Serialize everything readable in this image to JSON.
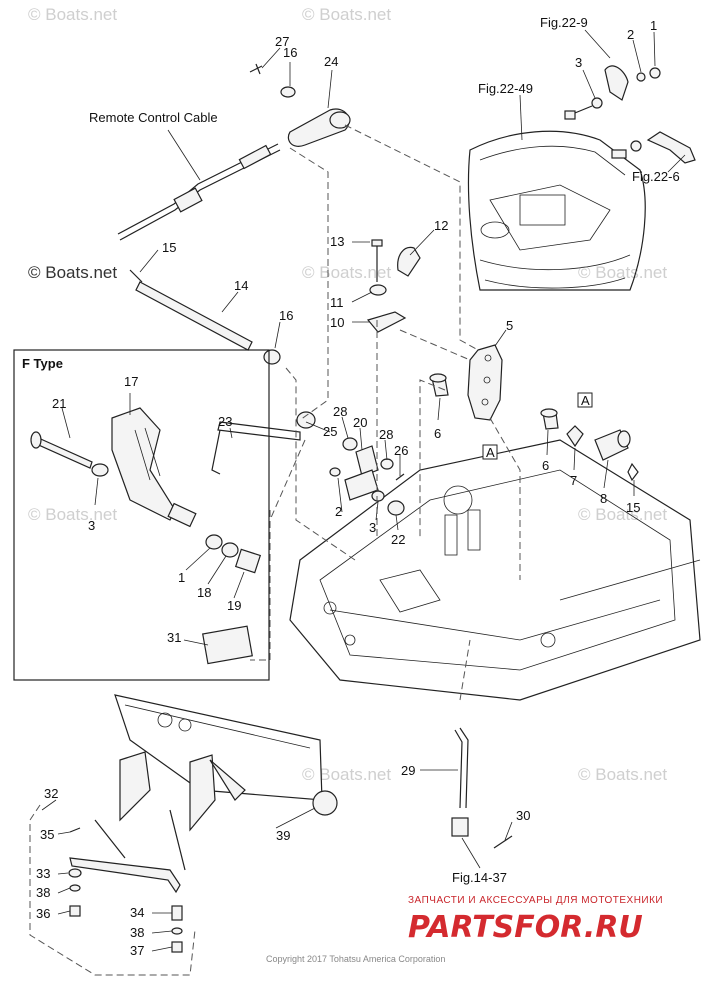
{
  "watermarks": {
    "top_left": "© Boats.net",
    "top_mid": "© Boats.net",
    "mid_left": "© Boats.net",
    "mid_center": "© Boats.net",
    "right_upper": "© Boats.net",
    "right_mid": "© Boats.net",
    "left_low": "© Boats.net",
    "right_low": "© Boats.net",
    "bottom_mid": "© Boats.net"
  },
  "labels": {
    "remote_control_cable": "Remote Control Cable",
    "fig_22_9": "Fig.22-9",
    "fig_22_49": "Fig.22-49",
    "fig_22_6": "Fig.22-6",
    "fig_14_37": "Fig.14-37",
    "f_type": "F Type",
    "box_a1": "A",
    "box_a2": "A"
  },
  "callouts": {
    "c1_top": "1",
    "c2_top": "2",
    "c3_top": "3",
    "c27": "27",
    "c16_top": "16",
    "c24": "24",
    "c15_left": "15",
    "c14": "14",
    "c16_mid": "16",
    "c13": "13",
    "c12": "12",
    "c11": "11",
    "c10": "10",
    "c5": "5",
    "c17": "17",
    "c21": "21",
    "c3_left": "3",
    "c23": "23",
    "c28_a": "28",
    "c20": "20",
    "c25": "25",
    "c28_b": "28",
    "c26": "26",
    "c2_mid": "2",
    "c3_mid": "3",
    "c22": "22",
    "c6_a": "6",
    "c6_b": "6",
    "c7": "7",
    "c8": "8",
    "c15_right": "15",
    "c1_left": "1",
    "c18": "18",
    "c19": "19",
    "c31": "31",
    "c29": "29",
    "c30": "30",
    "c32": "32",
    "c35": "35",
    "c33": "33",
    "c38_a": "38",
    "c36": "36",
    "c39": "39",
    "c34": "34",
    "c38_b": "38",
    "c37": "37"
  },
  "footer": {
    "brand_subtitle": "ЗАПЧАСТИ И АКСЕССУАРЫ ДЛЯ МОТОТЕХНИКИ",
    "brand": "PARTSFOR.RU",
    "copyright": "Copyright 2017 Tohatsu America Corporation"
  },
  "colors": {
    "line": "#222222",
    "watermark": "#cfcfcf",
    "brand_red": "#d42a2f"
  }
}
